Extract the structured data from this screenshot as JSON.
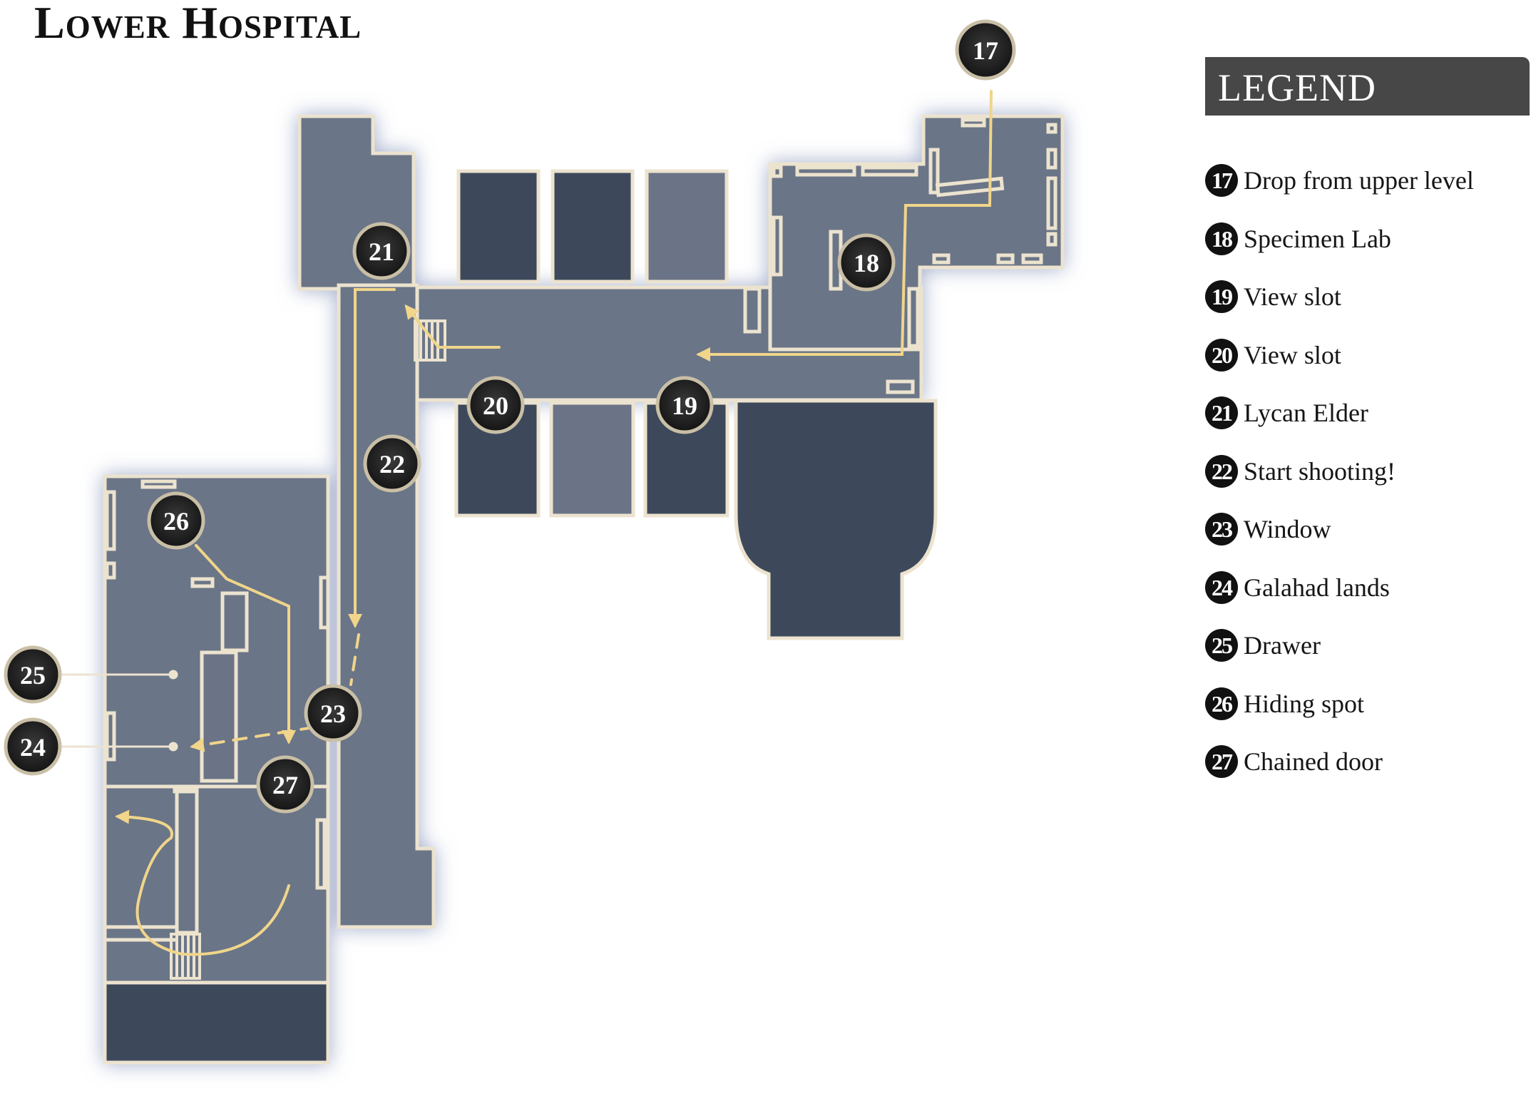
{
  "title": "Lower Hospital",
  "legend": {
    "header": "LEGEND",
    "items": [
      {
        "num": "17",
        "label": "Drop from upper level"
      },
      {
        "num": "18",
        "label": "Specimen Lab"
      },
      {
        "num": "19",
        "label": "View slot"
      },
      {
        "num": "20",
        "label": "View slot"
      },
      {
        "num": "21",
        "label": "Lycan Elder"
      },
      {
        "num": "22",
        "label": "Start shooting!"
      },
      {
        "num": "23",
        "label": "Window"
      },
      {
        "num": "24",
        "label": "Galahad lands"
      },
      {
        "num": "25",
        "label": "Drawer"
      },
      {
        "num": "26",
        "label": "Hiding spot"
      },
      {
        "num": "27",
        "label": "Chained door"
      }
    ]
  },
  "markers": [
    "17",
    "18",
    "19",
    "20",
    "21",
    "22",
    "23",
    "24",
    "25",
    "26",
    "27"
  ],
  "colors": {
    "floor": "#6b7487",
    "dark_room": "#3d495b",
    "wall": "#ece3cf",
    "path": "#f0d58a",
    "legend_header_bg": "#474747"
  }
}
